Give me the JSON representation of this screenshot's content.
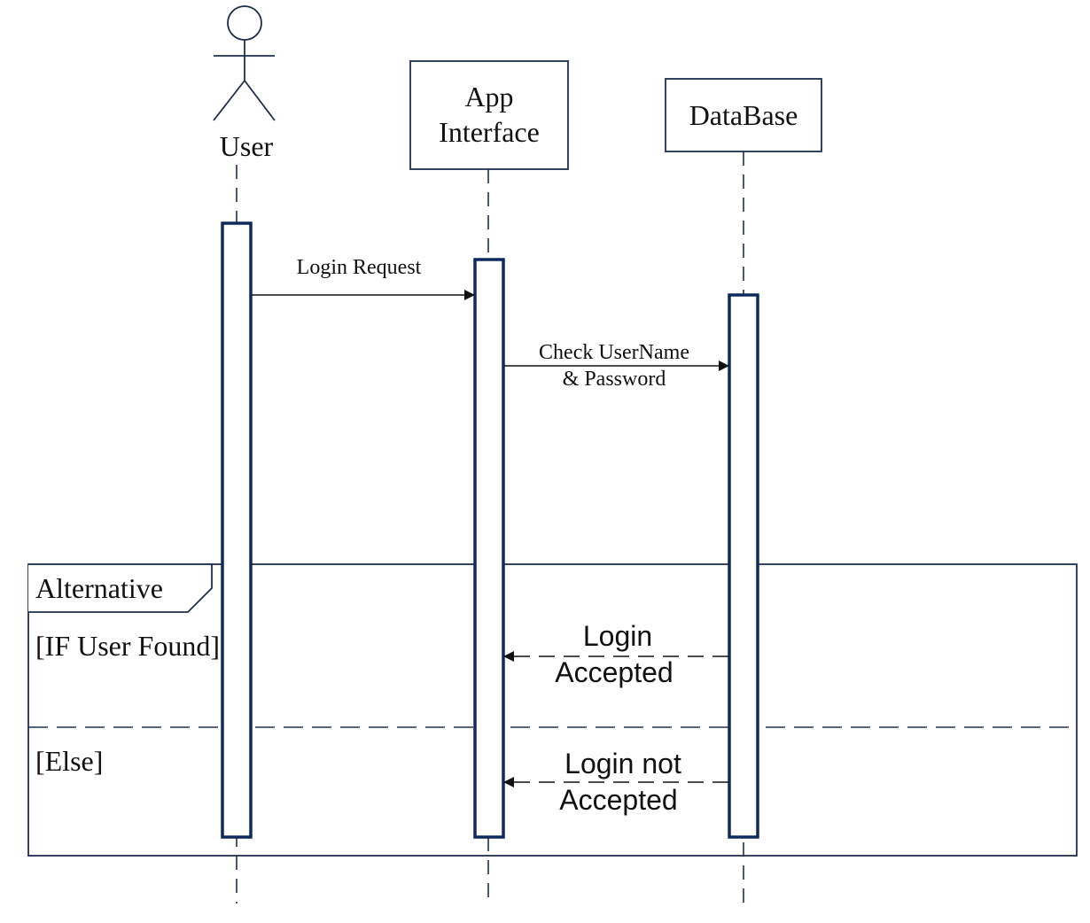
{
  "colors": {
    "line": "#1f2d4e",
    "activation": "#0f2a5c",
    "text": "#111111"
  },
  "participants": [
    {
      "id": "user",
      "label": "User",
      "kind": "actor"
    },
    {
      "id": "app",
      "label_lines": [
        "App",
        "Interface"
      ],
      "kind": "box"
    },
    {
      "id": "db",
      "label": "DataBase",
      "kind": "box"
    }
  ],
  "messages": [
    {
      "id": "login-request",
      "from": "user",
      "to": "app",
      "label": "Login Request",
      "style": "solid"
    },
    {
      "id": "check-credentials",
      "from": "app",
      "to": "db",
      "label_lines": [
        "Check UserName",
        "& Password"
      ],
      "style": "solid"
    },
    {
      "id": "login-accepted",
      "from": "db",
      "to": "app",
      "label_lines": [
        "Login",
        "Accepted"
      ],
      "style": "dashed"
    },
    {
      "id": "login-not-accepted",
      "from": "db",
      "to": "app",
      "label_lines": [
        "Login not",
        "Accepted"
      ],
      "style": "dashed"
    }
  ],
  "fragment": {
    "operator": "Alternative",
    "guards": [
      "[IF User Found]",
      "[Else]"
    ]
  }
}
